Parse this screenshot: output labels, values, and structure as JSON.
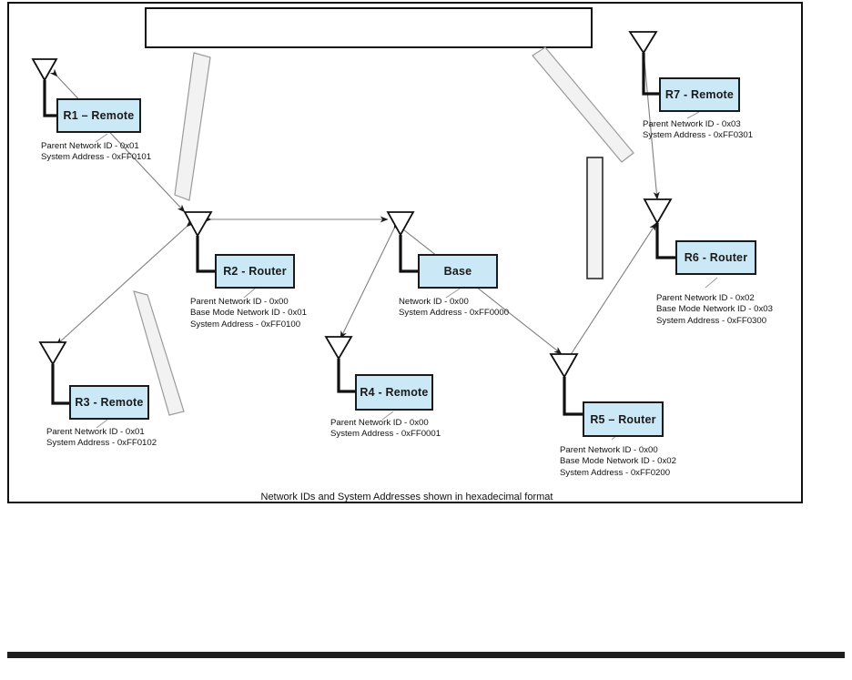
{
  "diagram": {
    "caption": "Network IDs and System Addresses shown in hexadecimal format",
    "legend_box_text": "",
    "colors": {
      "node_fill": "#cbe8f7",
      "node_border": "#1a1a1a",
      "obstacle_fill": "#f2f2f2",
      "obstacle_border": "#9a9a9a",
      "link": "#8c8c8c",
      "wire": "#111111"
    }
  },
  "nodes": [
    {
      "id": "r1",
      "label": "R1 – Remote",
      "role": "Remote",
      "info": [
        "Parent Network ID - 0x01",
        "System Address - 0xFF0101"
      ]
    },
    {
      "id": "r2",
      "label": "R2 - Router",
      "role": "Router",
      "info": [
        "Parent Network ID - 0x00",
        "Base Mode Network ID - 0x01",
        "System Address - 0xFF0100"
      ]
    },
    {
      "id": "r3",
      "label": "R3 - Remote",
      "role": "Remote",
      "info": [
        "Parent Network ID - 0x01",
        "System Address - 0xFF0102"
      ]
    },
    {
      "id": "r4",
      "label": "R4 - Remote",
      "role": "Remote",
      "info": [
        "Parent Network ID - 0x00",
        "System Address - 0xFF0001"
      ]
    },
    {
      "id": "r5",
      "label": "R5 – Router",
      "role": "Router",
      "info": [
        "Parent Network ID - 0x00",
        "Base Mode Network ID - 0x02",
        "System Address - 0xFF0200"
      ]
    },
    {
      "id": "r6",
      "label": "R6 - Router",
      "role": "Router",
      "info": [
        "Parent Network ID - 0x02",
        "Base Mode Network ID - 0x03",
        "System Address - 0xFF0300"
      ]
    },
    {
      "id": "r7",
      "label": "R7 - Remote",
      "role": "Remote",
      "info": [
        "Parent Network ID - 0x03",
        "System Address - 0xFF0301"
      ]
    },
    {
      "id": "base",
      "label": "Base",
      "role": "Base",
      "info": [
        "Network ID - 0x00",
        "System Address - 0xFF0000"
      ]
    }
  ],
  "links": [
    {
      "from": "r1",
      "to": "r2",
      "style": "dashed-arrow-both"
    },
    {
      "from": "r2",
      "to": "base",
      "style": "arrow-both"
    },
    {
      "from": "r2",
      "to": "r3",
      "style": "dashed-arrow-both"
    },
    {
      "from": "base",
      "to": "r4",
      "style": "dashed-arrow-both"
    },
    {
      "from": "base",
      "to": "r5",
      "style": "dashed-arrow-both"
    },
    {
      "from": "r5",
      "to": "r6",
      "style": "dashed-arrow-both"
    },
    {
      "from": "r6",
      "to": "r7",
      "style": "dashed-arrow-both"
    }
  ]
}
